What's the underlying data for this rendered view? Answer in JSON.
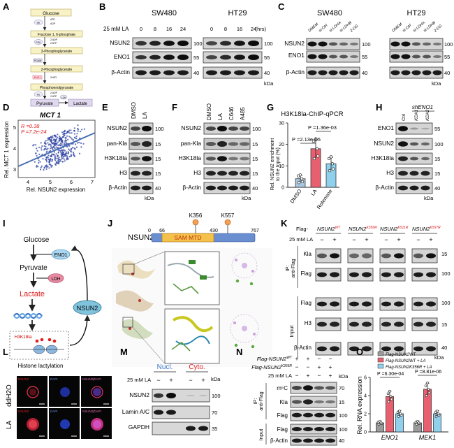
{
  "panels": {
    "A": {
      "letter": "A",
      "steps": [
        "Glucose",
        "Fructose 1, 6-phosphate",
        "3-Phosphoglycerate",
        "2-Phosphoglycerate",
        "Phosphoenolpyruvate",
        "Pyruvate",
        "Lactate"
      ],
      "enzymes": [
        "HK",
        "PGK",
        "PGAM",
        "ENO1",
        "PK",
        "LDH"
      ],
      "cofactors": [
        "ATP",
        "ADP",
        "2 ADP",
        "2 ATP",
        "2H2O",
        "2 ADP",
        "2 ATP"
      ]
    },
    "B": {
      "letter": "B",
      "treatment": "25 mM LA",
      "unit": "(hrs)",
      "cells": [
        "SW480",
        "HT29"
      ],
      "times": [
        "0",
        "8",
        "16",
        "24"
      ],
      "rows": [
        "NSUN2",
        "ENO1",
        "β-Actin"
      ],
      "mw": [
        "100",
        "55",
        "40"
      ],
      "kda": "kDa"
    },
    "C": {
      "letter": "C",
      "cells": [
        "SW480",
        "HT29"
      ],
      "lanes": [
        "DMEM",
        "si-Ctrl",
        "si-LDHA",
        "si-LDHB",
        "2-DG"
      ],
      "rows": [
        "NSUN2",
        "ENO1",
        "β-Actin"
      ],
      "mw": [
        "100",
        "55",
        "40"
      ],
      "kda": "kDa"
    },
    "D": {
      "letter": "D",
      "title": "MCT 1",
      "r": "R =0.38",
      "p": "P =7.2e-24",
      "ylabel": "Rel. MCT 1 expression",
      "xlabel": "Rel. NSUN2 expression",
      "xticks": [
        "4",
        "5",
        "6",
        "7"
      ],
      "yticks": [
        "3",
        "4",
        "5"
      ]
    },
    "E": {
      "letter": "E",
      "lanes": [
        "DMSO",
        "LA"
      ],
      "rows": [
        "NSUN2",
        "pan-Kla",
        "H3K18la",
        "H3",
        "β-Actin"
      ],
      "mw": [
        "100",
        "15",
        "15",
        "15",
        "40"
      ],
      "kda": "kDa"
    },
    "F": {
      "letter": "F",
      "lanes": [
        "DMSO",
        "LA",
        "C646",
        "A485"
      ],
      "rows": [
        "NSUN2",
        "pan-Kla",
        "H3K18la",
        "H3",
        "β-Actin"
      ],
      "mw": [
        "100",
        "15",
        "15",
        "15",
        "40"
      ],
      "kda": "kDa"
    },
    "G": {
      "letter": "G",
      "title": "H3K18la-ChIP-qPCR",
      "p1": "P =1.36e-03",
      "p2": "P =2.13e-05",
      "ylabel1": "Rel. NSUN2 enrichment",
      "ylabel2": "to the Input (%)",
      "categories": [
        "DMSO",
        "LA",
        "Rotenone"
      ],
      "yticks": [
        "0",
        "10",
        "20",
        "30"
      ]
    },
    "H": {
      "letter": "H",
      "header": "shENO1",
      "lanes": [
        "Ctrl",
        "KD#1",
        "KD#2"
      ],
      "rows": [
        "ENO1",
        "NSUN2",
        "H3K18la",
        "H3",
        "β-Actin"
      ],
      "mw": [
        "55",
        "100",
        "15",
        "15",
        "40"
      ],
      "kda": "kDa"
    },
    "I": {
      "letter": "I",
      "glucose": "Glucose",
      "eno1": "ENO1",
      "pyruvate": "Pyruvate",
      "ldh": "LDH",
      "lactate": "Lactate",
      "nsun2": "NSUN2",
      "h3k18la": "H3K18la",
      "histone": "Histone lactylation"
    },
    "J": {
      "letter": "J",
      "protein": "NSUN2",
      "domain": "SAM MTD",
      "sites": [
        "K356",
        "K557"
      ],
      "positions": [
        "0",
        "66",
        "430",
        "767"
      ]
    },
    "K": {
      "letter": "K",
      "flag": "Flag-",
      "constructs": [
        "NSUN2",
        "NSUN2",
        "NSUN2",
        "NSUN2"
      ],
      "constructSup": [
        "WT",
        "K356R",
        "K511R",
        "K557R"
      ],
      "treatment": "25 mM LA",
      "signs": [
        "−",
        "+"
      ],
      "ipLabel": "IP:",
      "ipAnti": "anti-Flag",
      "inputLabel": "Input",
      "ipRows": [
        "Kla",
        "Flag"
      ],
      "inputRows": [
        "Flag",
        "H3",
        "β-Actin"
      ],
      "mw": [
        "15",
        "100",
        "100",
        "15",
        "40"
      ],
      "kda": "kDa"
    },
    "L": {
      "letter": "L",
      "rowLabels": [
        "ddH2O",
        "LA"
      ],
      "channels": [
        "NSUN2",
        "DAPI",
        "NSUN2|DAPI"
      ]
    },
    "M": {
      "letter": "M",
      "fractions": [
        "Nucl.",
        "Cyto."
      ],
      "treatment": "25 mM LA",
      "signs": [
        "−",
        "+",
        "−",
        "+"
      ],
      "rows": [
        "NSUN2",
        "Lamin A/C",
        "GAPDH"
      ],
      "mw": [
        "100",
        "70",
        "35"
      ],
      "kda": "kDa"
    },
    "N": {
      "letter": "N",
      "cond1": "Flag-NSUN2",
      "cond1Sup": "WT",
      "cond2": "Flag-NSUN2",
      "cond2Sup": "K356R",
      "treatment": "25 mM LA",
      "signs1": [
        "+",
        "+",
        "−",
        "−"
      ],
      "signs2": [
        "−",
        "−",
        "+",
        "+"
      ],
      "signs3": [
        "−",
        "+",
        "−",
        "+"
      ],
      "ipLabel": "IP:",
      "ipAnti": "anti-Flag",
      "inputLabel": "Input",
      "ipRows": [
        "m⁵C",
        "Kla",
        "Flag"
      ],
      "inputRows": [
        "Flag",
        "β-Actin"
      ],
      "mw": [
        "70",
        "15",
        "100",
        "100",
        "40"
      ],
      "kda": "kDa"
    },
    "O": {
      "letter": "O",
      "ylabel": "Rel. RNA expression",
      "categories": [
        "ENO1",
        "MEK1"
      ],
      "legend": [
        "Flag-NSUN2WT",
        "Flag-NSUN2WT + LA",
        "Flag-NSUN2K356R + LA"
      ],
      "pvals": [
        "P =6.30e-04",
        "P =8.81e-06"
      ],
      "yticks": [
        "0",
        "2",
        "4",
        "6"
      ]
    }
  },
  "colors": {
    "red": "#e02020",
    "blue": "#3a78c8",
    "grey": "#9a9a9a",
    "pink": "#e8606f",
    "cyan": "#8fd0ec",
    "eno1": "#a9d6f0",
    "nsun2": "#7fc3dd",
    "ldh": "#e58aa0"
  },
  "chart_data": [
    {
      "type": "bar",
      "panel": "G",
      "title": "H3K18la-ChIP-qPCR",
      "categories": [
        "DMSO",
        "LA",
        "Rotenone"
      ],
      "values": [
        4,
        18,
        11
      ],
      "ylim": [
        0,
        30
      ]
    },
    {
      "type": "bar",
      "panel": "O",
      "categories": [
        "ENO1",
        "MEK1"
      ],
      "series": [
        {
          "name": "Flag-NSUN2WT",
          "values": [
            1.0,
            1.0
          ]
        },
        {
          "name": "Flag-NSUN2WT + LA",
          "values": [
            3.9,
            4.7
          ]
        },
        {
          "name": "Flag-NSUN2K356R + LA",
          "values": [
            2.0,
            2.0
          ]
        }
      ],
      "ylim": [
        0,
        6
      ]
    }
  ]
}
